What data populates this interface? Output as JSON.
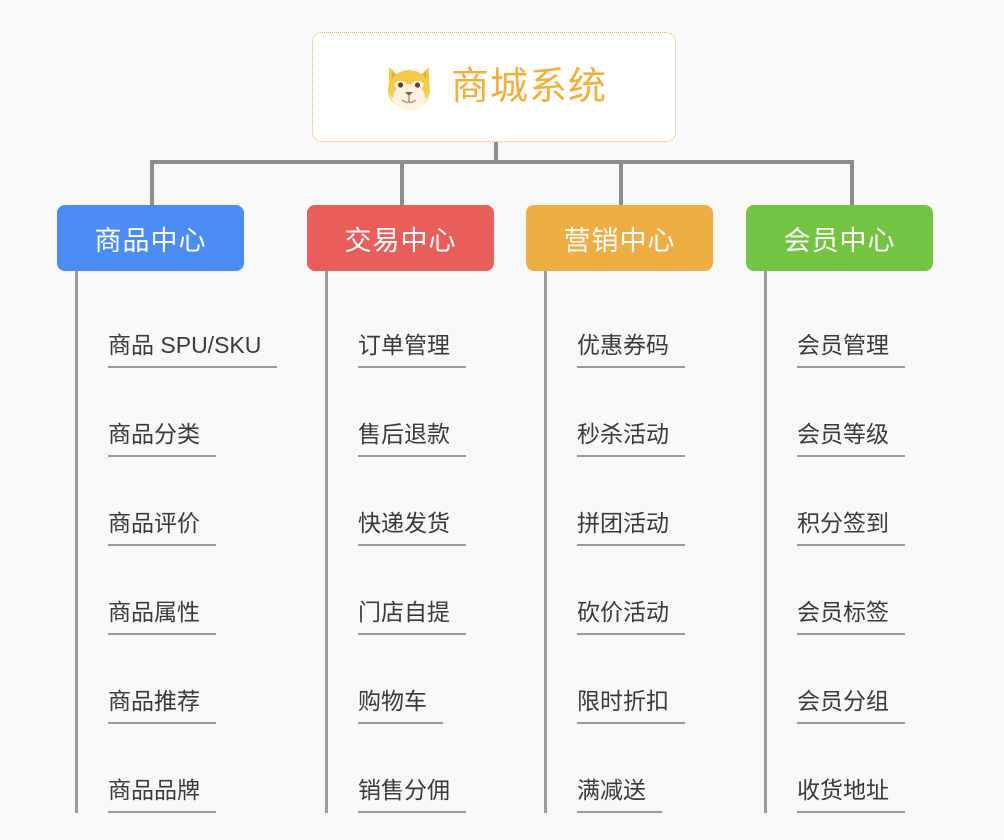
{
  "page": {
    "background_color": "#f8f8f8",
    "line_color": "#8d8d8d",
    "leaf_line_color": "#9a9a9a",
    "leaf_text_color": "#3a3a3a"
  },
  "root": {
    "title": "商城系统",
    "icon": "shiba-dog-emoji",
    "text_color": "#f0b040",
    "border_color": "#eaad4e",
    "background": "#ffffff"
  },
  "branches": [
    {
      "label": "商品中心",
      "color": "#4b8df2",
      "items": [
        "商品 SPU/SKU",
        "商品分类",
        "商品评价",
        "商品属性",
        "商品推荐",
        "商品品牌"
      ]
    },
    {
      "label": "交易中心",
      "color": "#e85e5a",
      "items": [
        "订单管理",
        "售后退款",
        "快递发货",
        "门店自提",
        "购物车",
        "销售分佣"
      ]
    },
    {
      "label": "营销中心",
      "color": "#efae43",
      "items": [
        "优惠券码",
        "秒杀活动",
        "拼团活动",
        "砍价活动",
        "限时折扣",
        "满减送"
      ]
    },
    {
      "label": "会员中心",
      "color": "#75c343",
      "items": [
        "会员管理",
        "会员等级",
        "积分签到",
        "会员标签",
        "会员分组",
        "收货地址"
      ]
    }
  ]
}
